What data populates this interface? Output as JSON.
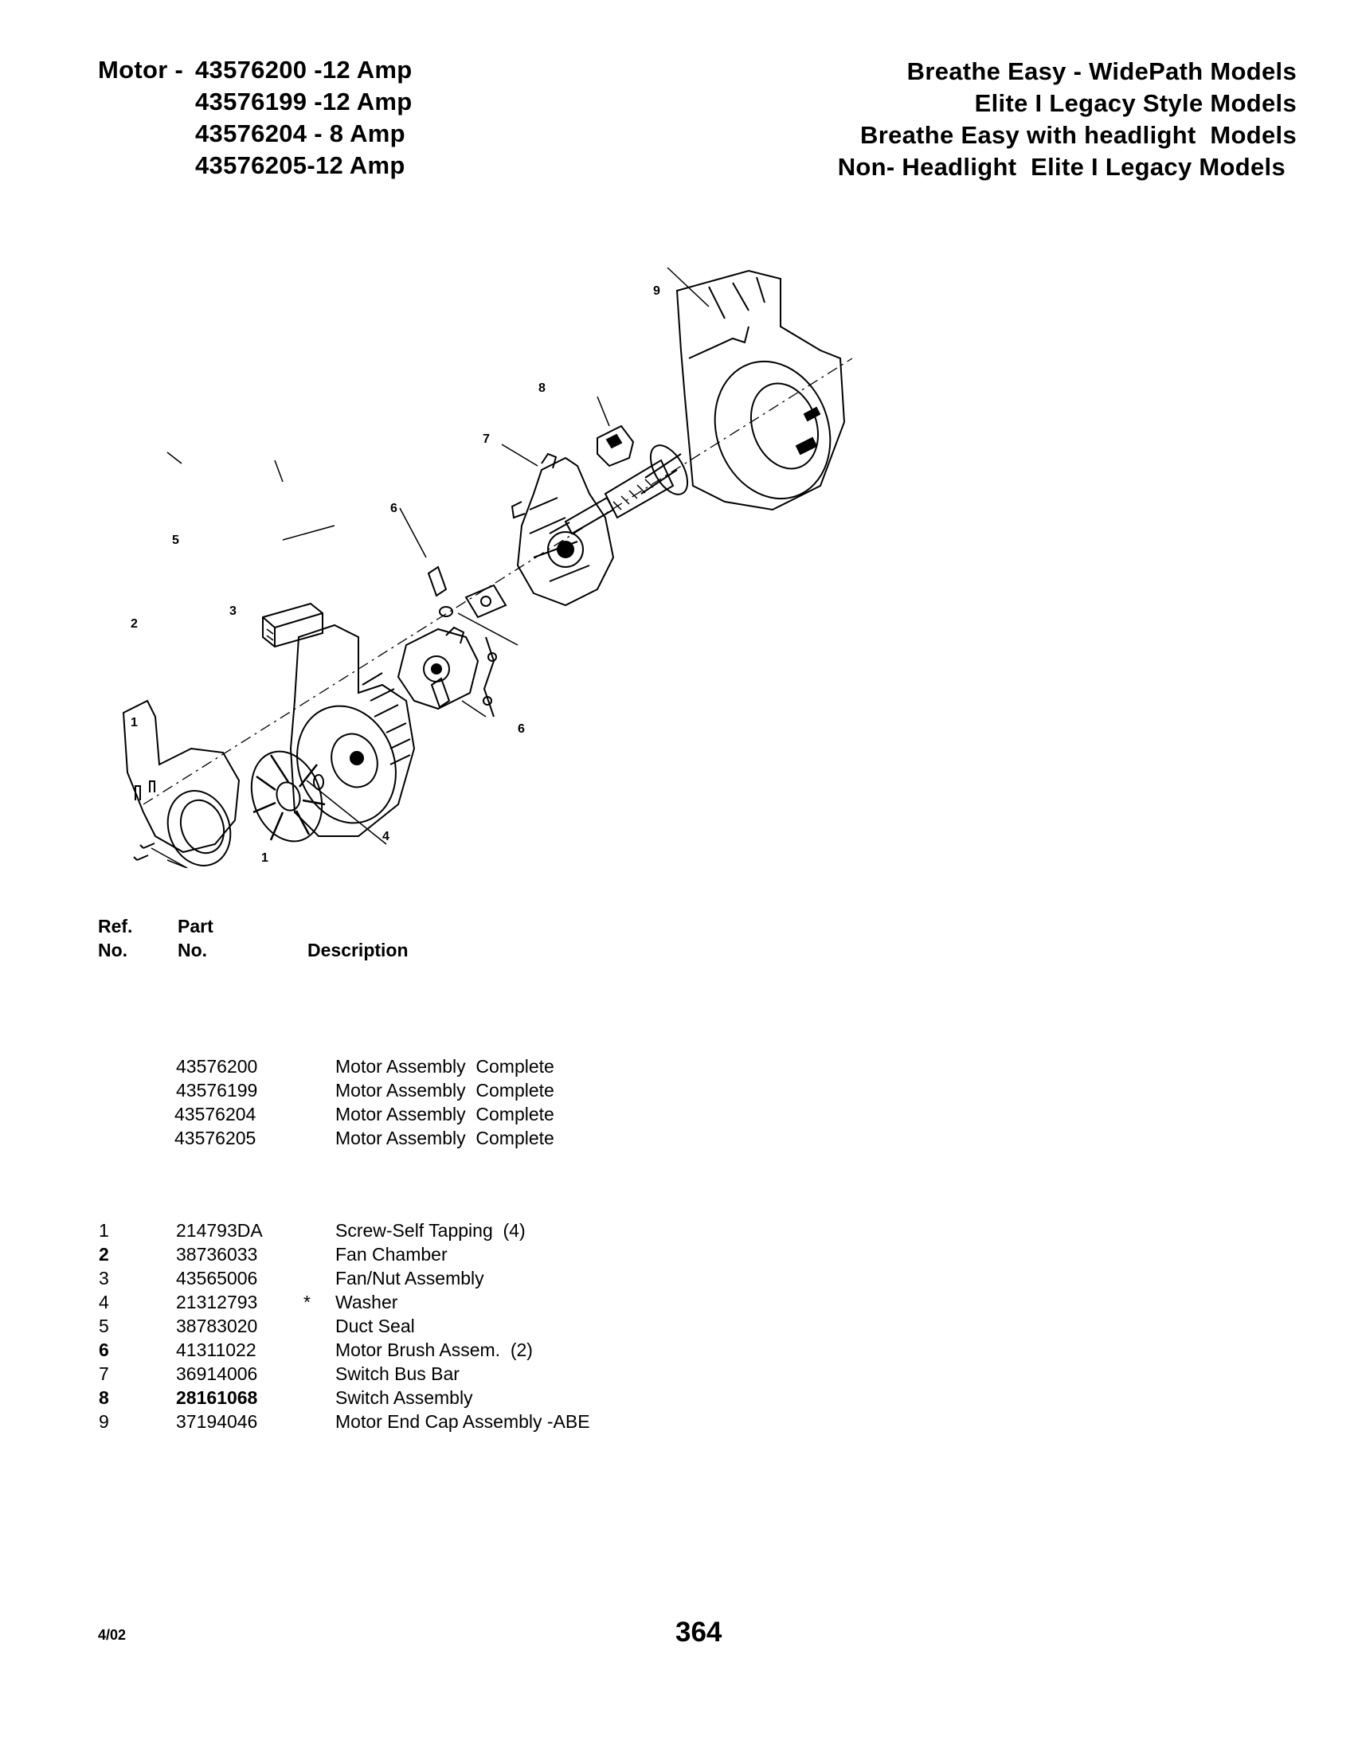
{
  "header_left": {
    "prefix": "Motor - ",
    "motors": [
      "43576200 -12 Amp",
      "43576199 -12 Amp",
      "43576204 - 8 Amp",
      "43576205-12 Amp"
    ]
  },
  "header_right": [
    "Breathe Easy - WidePath Models",
    "Elite I Legacy Style Models",
    "Breathe Easy with headlight  Models",
    "Non- Headlight  Elite I Legacy Models"
  ],
  "diagram": {
    "callouts": [
      "1",
      "1",
      "2",
      "3",
      "4",
      "5",
      "6",
      "6",
      "7",
      "8",
      "9"
    ]
  },
  "table_headers": {
    "ref_line1": "Ref.",
    "ref_line2": "No.",
    "part_line1": "Part",
    "part_line2": "No.",
    "description": "Description"
  },
  "assemblies": [
    {
      "part": "43576200",
      "desc": "Motor Assembly  Complete"
    },
    {
      "part": "43576199",
      "desc": "Motor Assembly  Complete"
    },
    {
      "part": "43576204",
      "desc": "Motor Assembly  Complete"
    },
    {
      "part": "43576205",
      "desc": "Motor Assembly  Complete"
    }
  ],
  "parts": [
    {
      "ref": "1",
      "part": "214793DA",
      "mark": "",
      "desc": "Screw-Self Tapping  (4)"
    },
    {
      "ref": "2",
      "part": "38736033",
      "mark": "",
      "desc": "Fan Chamber"
    },
    {
      "ref": "3",
      "part": "43565006",
      "mark": "",
      "desc": "Fan/Nut Assembly"
    },
    {
      "ref": "4",
      "part": "21312793",
      "mark": "*",
      "desc": "Washer"
    },
    {
      "ref": "5",
      "part": "38783020",
      "mark": "",
      "desc": "Duct Seal"
    },
    {
      "ref": "6",
      "part": "41311022",
      "mark": "",
      "desc": "Motor Brush Assem.  (2)"
    },
    {
      "ref": "7",
      "part": "36914006",
      "mark": "",
      "desc": "Switch Bus Bar"
    },
    {
      "ref": "8",
      "part": "28161068",
      "mark": "",
      "desc": "Switch Assembly"
    },
    {
      "ref": "9",
      "part": "37194046",
      "mark": "",
      "desc": "Motor End Cap Assembly -ABE"
    }
  ],
  "footer": {
    "date": "4/02",
    "page": "364"
  }
}
